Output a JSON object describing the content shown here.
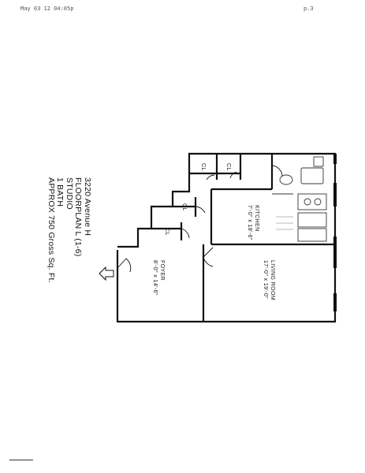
{
  "fax_header": {
    "left": "May 03 12 04:05p",
    "right": "p.3"
  },
  "listing": {
    "address": "3220 Avenue H",
    "floorplan": "FLOORPLAN L (1-6)",
    "type": "STUDIO",
    "bath": "1 BATH",
    "area": "APPROX 750 Gross Sq. Ft."
  },
  "rooms": {
    "living_room": {
      "name": "LIVING ROOM",
      "dims": "17'-0\" x 19'-0\""
    },
    "kitchen": {
      "name": "KITCHEN",
      "dims": "7'-0\" x 18'-6\""
    },
    "foyer": {
      "name": "FOYER",
      "dims": "8'-0\" x 14'-6\""
    },
    "closet_label": "CL"
  },
  "icons": {
    "entry": "entry-arrow-icon"
  }
}
